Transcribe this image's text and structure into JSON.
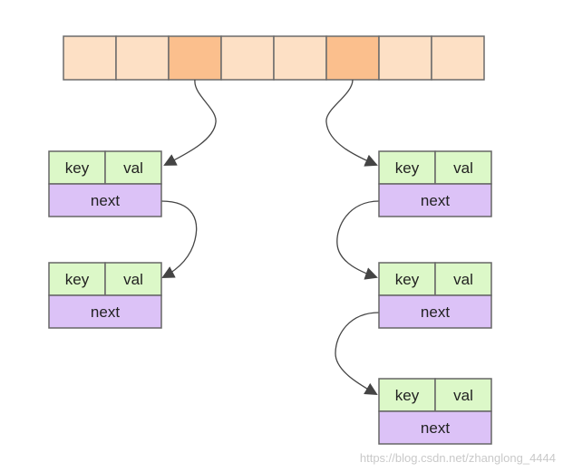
{
  "hash_table": {
    "slots": [
      {
        "highlighted": false
      },
      {
        "highlighted": false
      },
      {
        "highlighted": true
      },
      {
        "highlighted": false
      },
      {
        "highlighted": false
      },
      {
        "highlighted": true
      },
      {
        "highlighted": false
      },
      {
        "highlighted": false
      }
    ]
  },
  "node": {
    "key_label": "key",
    "val_label": "val",
    "next_label": "next"
  },
  "colors": {
    "slot_fill": "#fde0c5",
    "slot_highlight": "#fbbf8d",
    "slot_stroke": "#6b6b6b",
    "key_val_fill": "#dcf8c8",
    "next_fill": "#dcc2f7",
    "node_stroke": "#666666",
    "arrow": "#444444"
  },
  "watermark": "https://blog.csdn.net/zhanglong_4444"
}
